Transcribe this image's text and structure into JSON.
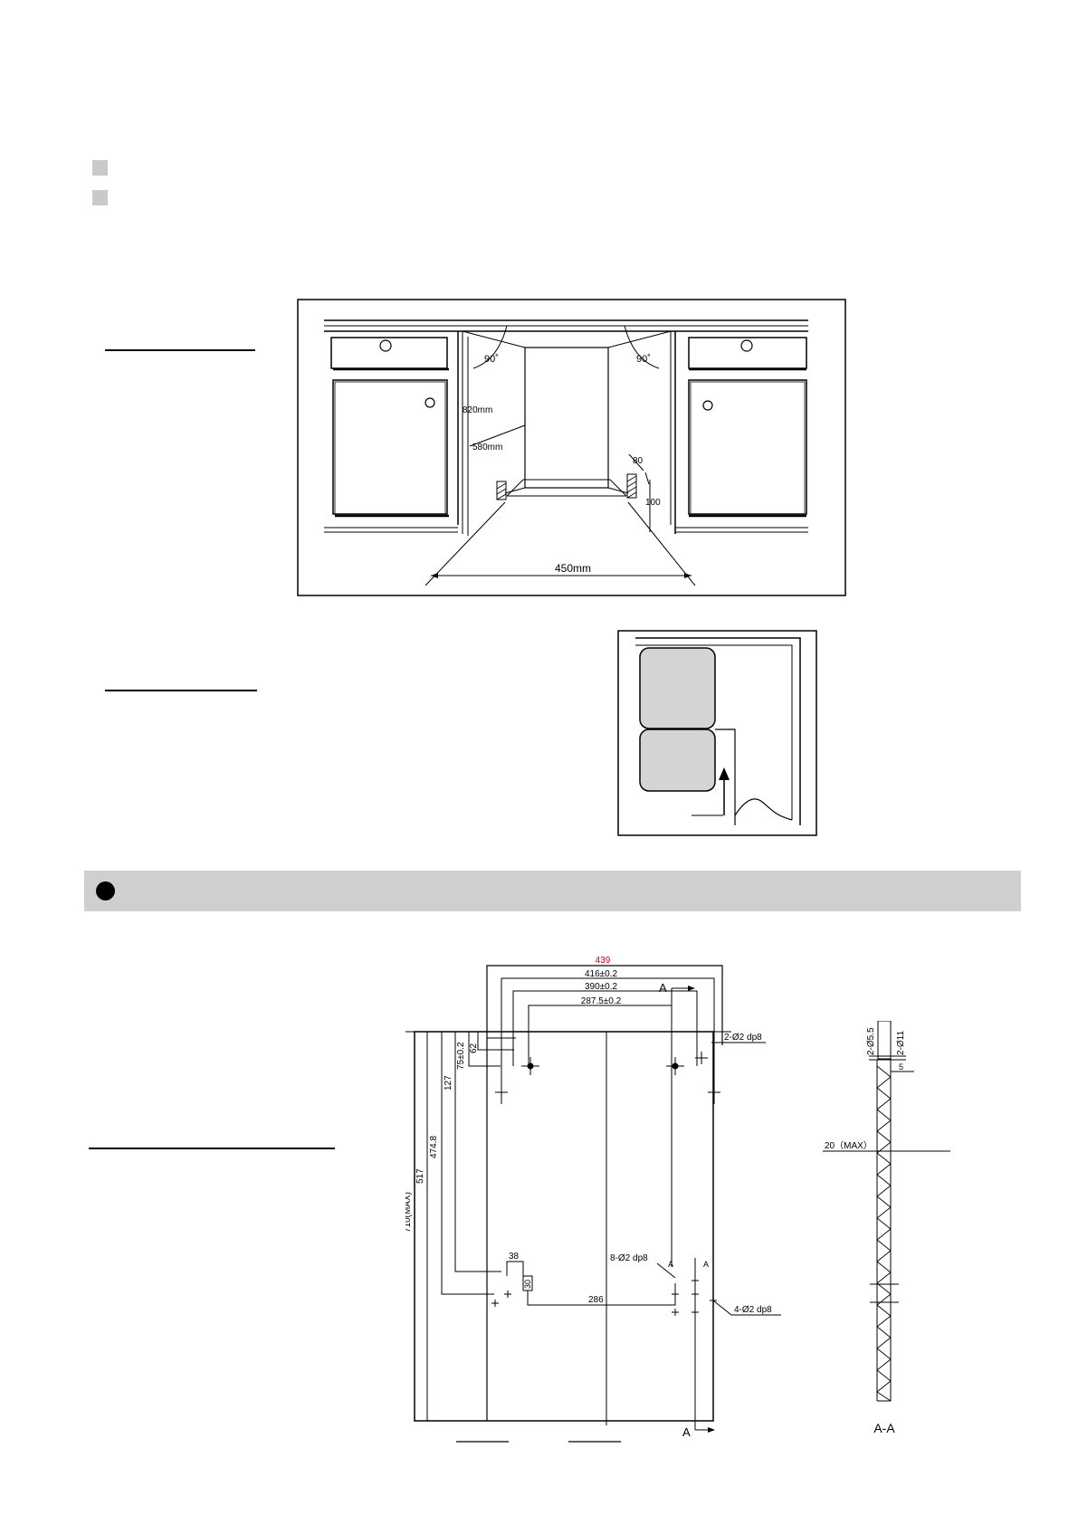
{
  "figure1": {
    "angle_left": "90˚",
    "angle_right": "90˚",
    "height_label": "820mm",
    "depth_label": "580mm",
    "dim_80": "80",
    "dim_100": "100",
    "width_label": "450mm"
  },
  "figure3": {
    "top_width": "439",
    "dim_416": "416±0.2",
    "dim_390": "390±0.2",
    "dim_287": "287.5±0.2",
    "section_top_label": "A",
    "section_bottom_label": "A",
    "hole_top": "2-Ø2 dp8",
    "hole_mid": "8-Ø2 dp8",
    "hole_bottom": "4-Ø2 dp8",
    "dim_75": "75±0.2",
    "dim_62": "62",
    "dim_127": "127",
    "dim_474": "474.8",
    "dim_517": "517",
    "dim_710": "710(MAX)",
    "dim_38": "38",
    "dim_30": "30",
    "dim_286": "286",
    "mark_a1": "A",
    "mark_a2": "A"
  },
  "figure4": {
    "dia_55": "2-Ø5.5",
    "dia_11": "2-Ø11",
    "dim_5": "5",
    "dim_20": "20（MAX）",
    "title": "A-A"
  }
}
